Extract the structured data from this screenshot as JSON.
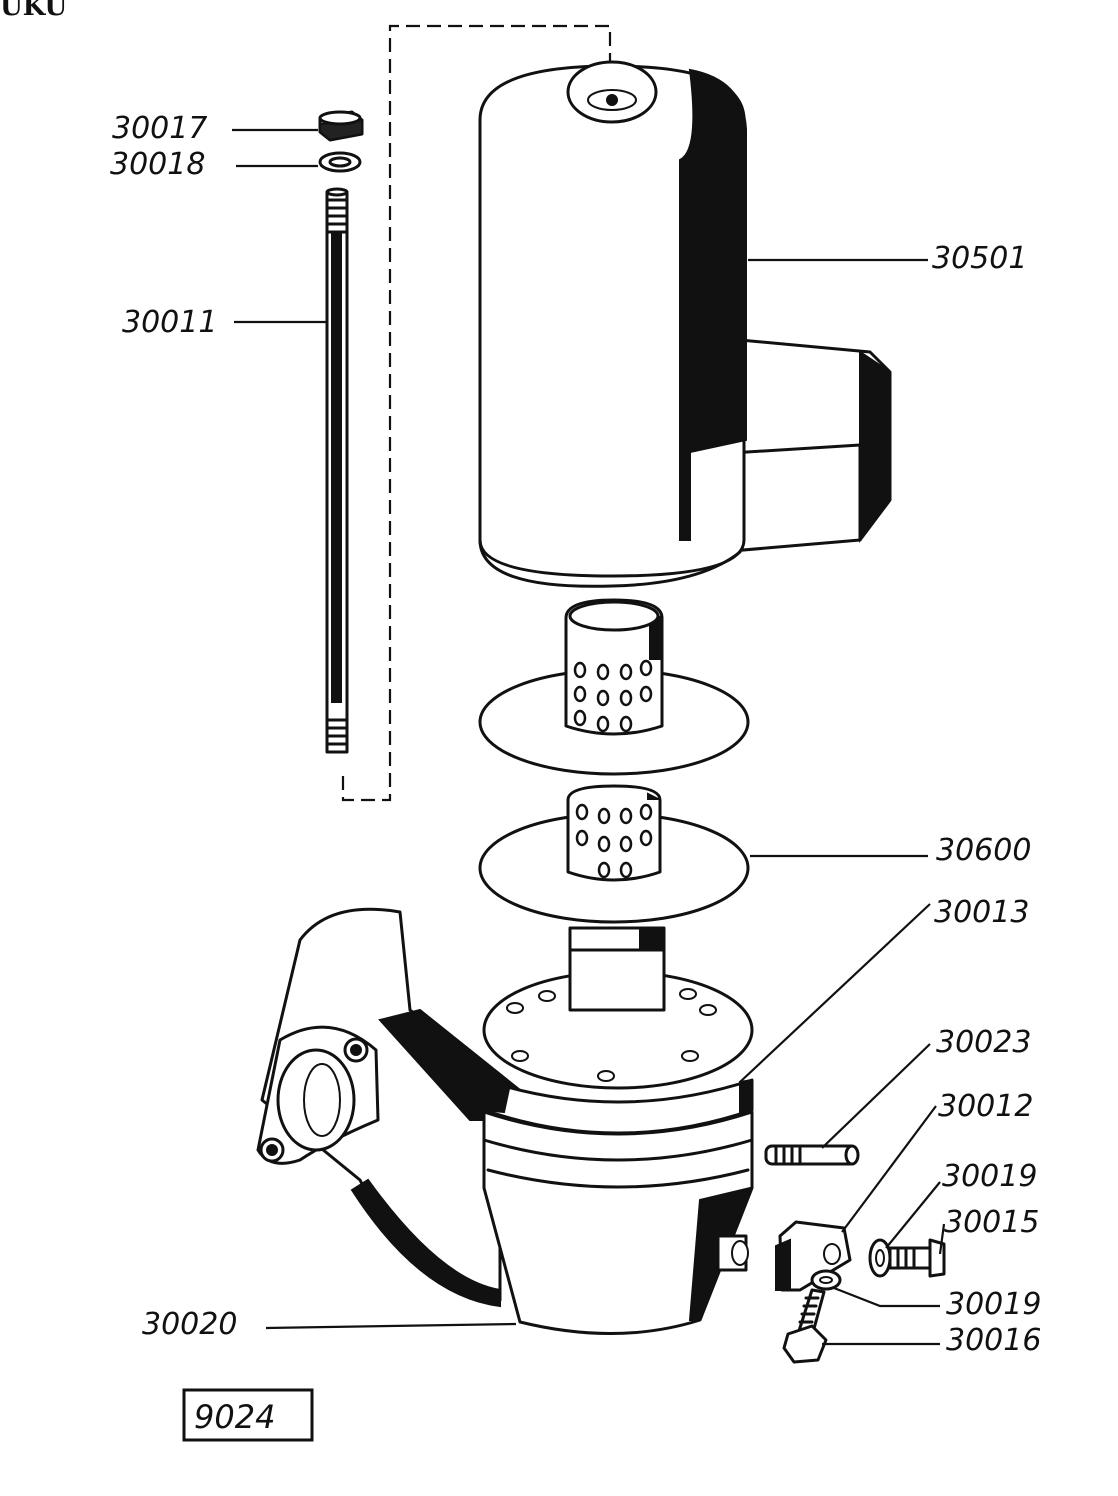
{
  "header_text": "UKU",
  "figure_number": "9024",
  "parts": {
    "cap_nut": "30017",
    "washer": "30018",
    "tie_rod": "30011",
    "housing_cover": "30501",
    "filter_element": "30600",
    "gasket": "30013",
    "pin": "30023",
    "clamp": "30012",
    "lock_washer_a": "30019",
    "screw": "30015",
    "lock_washer_b": "30019",
    "bolt": "30016",
    "base_housing": "30020"
  }
}
